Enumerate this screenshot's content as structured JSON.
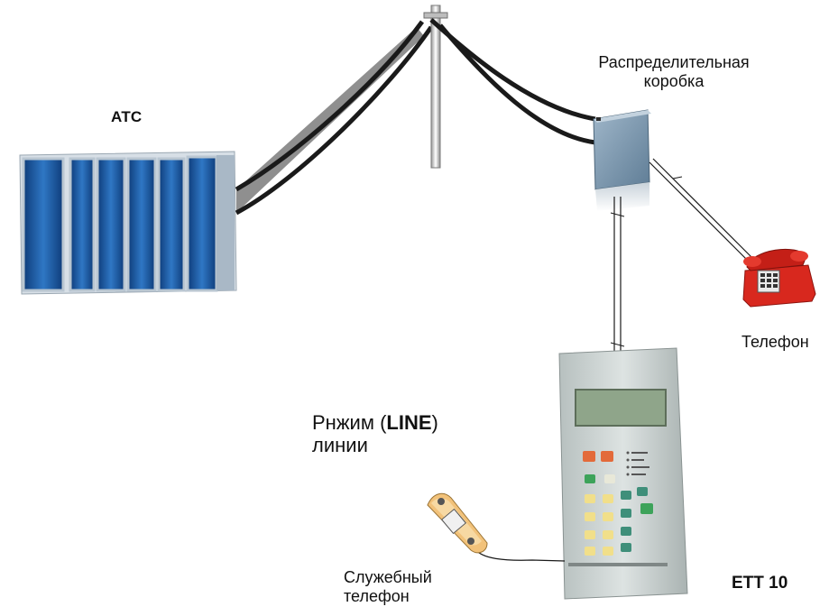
{
  "labels": {
    "atc": "АТС",
    "distribution_box_line1": "Распределительная",
    "distribution_box_line2": "коробка",
    "telephone": "Телефон",
    "mode_prefix": "Рнжим (",
    "mode_bold": "LINE",
    "mode_suffix": ")",
    "mode_line2": "линии",
    "service_phone_line1": "Служебный",
    "service_phone_line2": "телефон",
    "device_name": "ETT 10"
  },
  "colors": {
    "cable": "#1a1a1a",
    "cable_band": "#8f8f8f",
    "atc_cabinet_blue": "#1f5fae",
    "atc_frame": "#c9d3dc",
    "box_body": "#7f9cb3",
    "phone_red": "#d8281e",
    "device_body": "#c9d0cf",
    "device_screen": "#8fa58a",
    "handset_orange": "#f2c27a"
  }
}
